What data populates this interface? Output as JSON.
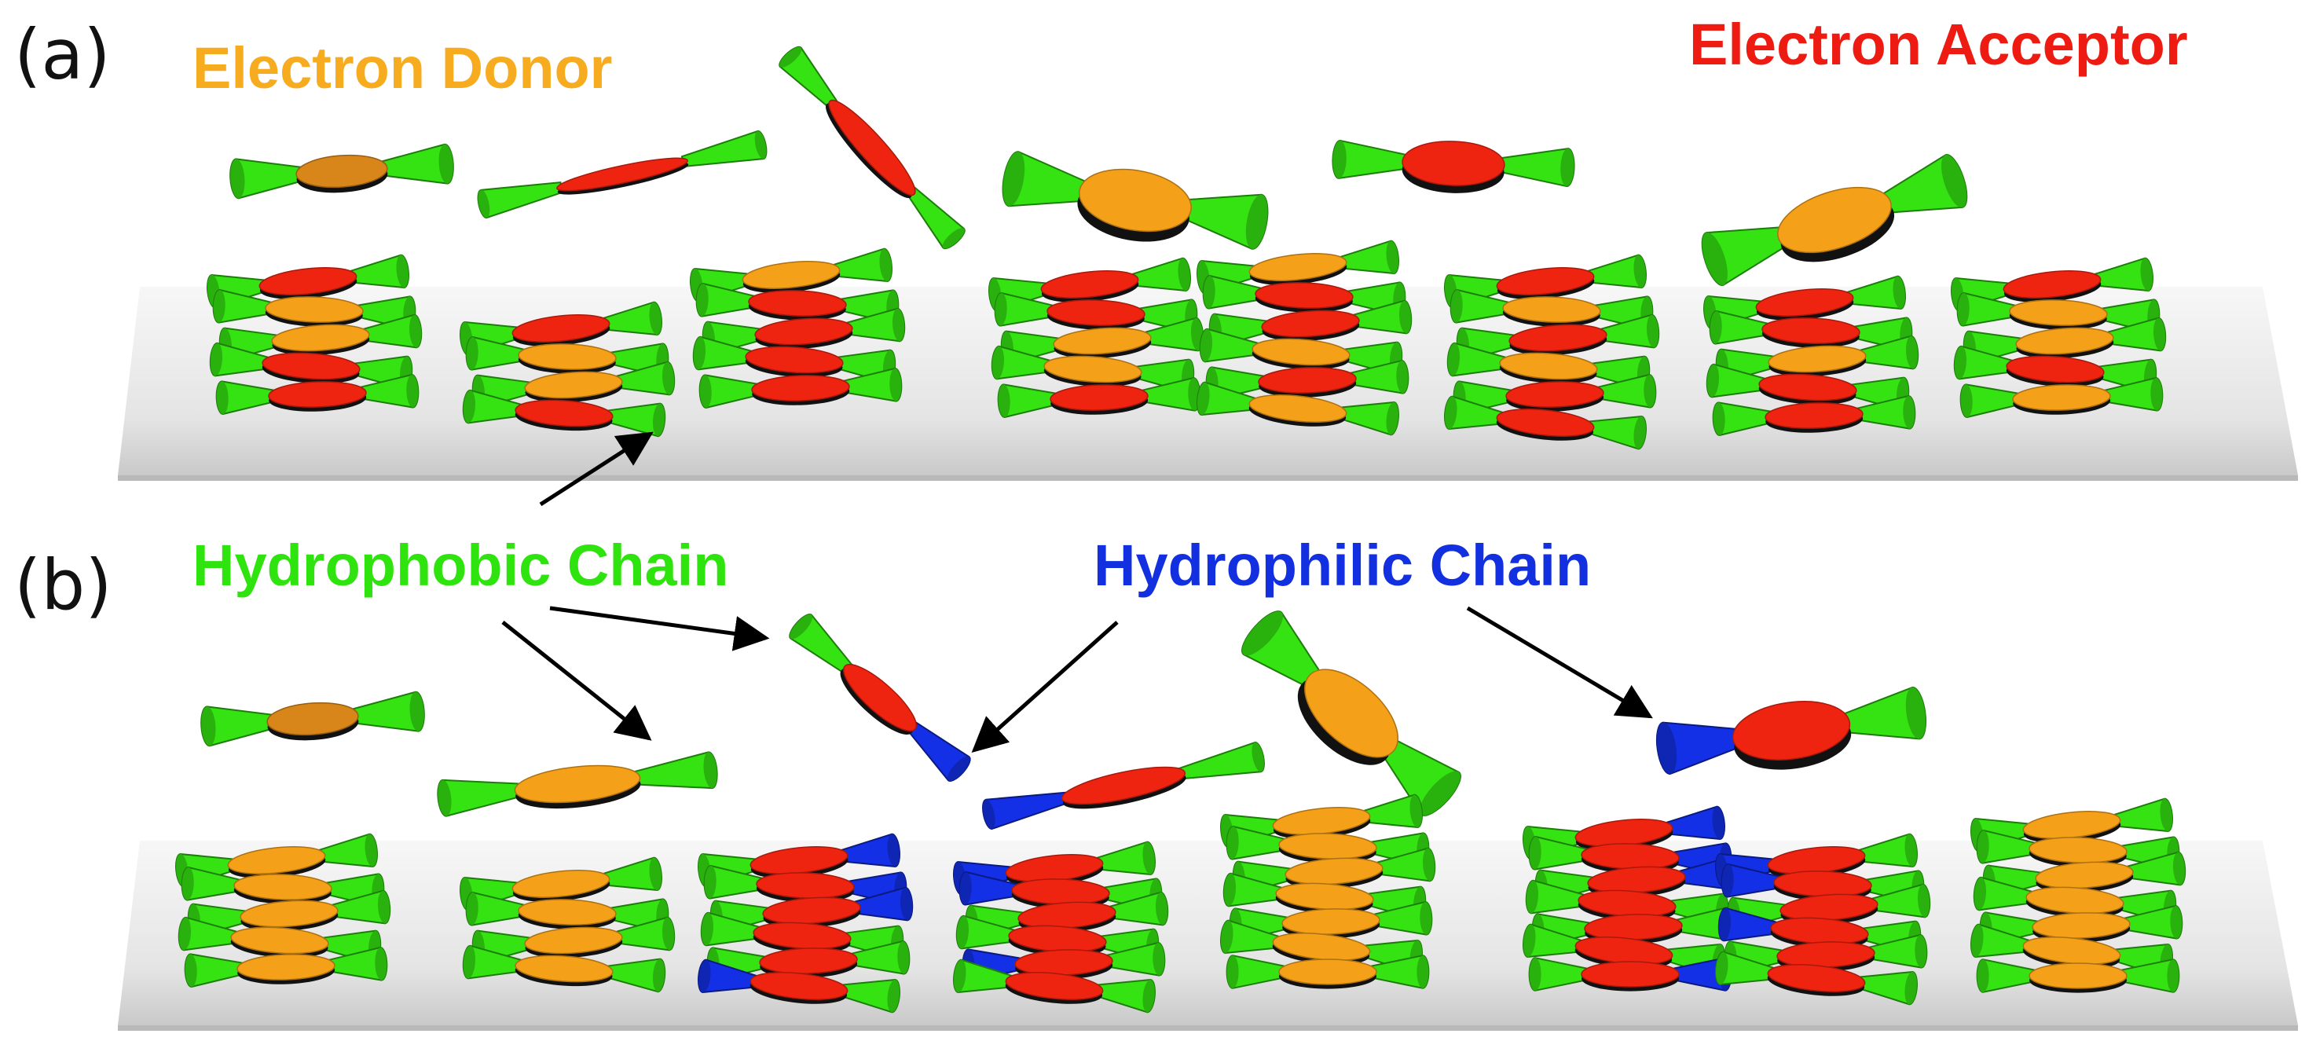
{
  "panels": [
    {
      "label": "(a)"
    },
    {
      "label": "(b)"
    }
  ],
  "labels": {
    "electron_donor": "Electron Donor",
    "electron_acceptor": "Electron Acceptor",
    "hydrophobic_chain": "Hydrophobic Chain",
    "hydrophilic_chain": "Hydrophilic Chain"
  },
  "colors": {
    "donor": "#f5a019",
    "acceptor": "#ee2411",
    "hydrophobic": "#35e312",
    "hydrophilic": "#1330e6",
    "substrate": "#e6e6e6",
    "arrow": "#000000"
  }
}
